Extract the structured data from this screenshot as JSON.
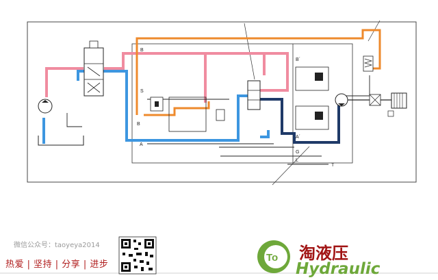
{
  "diagram": {
    "port_labels": {
      "b": "B",
      "s": "S",
      "b_lower": "B",
      "a": "A",
      "b_prime": "B´",
      "a_prime": "A´",
      "g": "G",
      "t": "T",
      "l": "L"
    },
    "line_colors": {
      "pink_line": "#f08ca0",
      "orange_line": "#ee8a2c",
      "blue_line": "#3d96e0",
      "navy_line": "#1f3a68",
      "black_line": "#222222"
    }
  },
  "footer": {
    "wechat_label": "微信公众号：taoyeya2014",
    "slogan": "热爱 | 坚持 | 分享 | 进步"
  },
  "brand": {
    "logo_text": "To",
    "name_cn": "淘液压",
    "name_en": "Hydraulic"
  }
}
